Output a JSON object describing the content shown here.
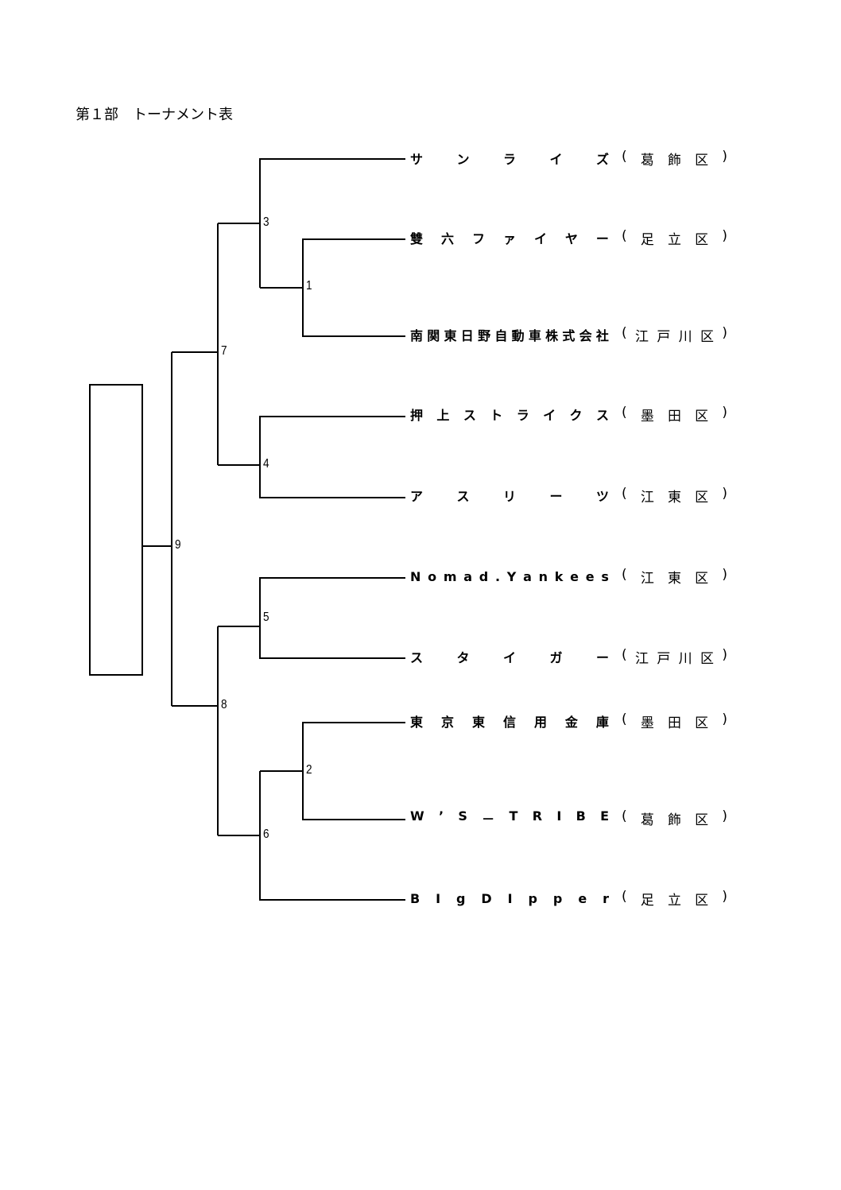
{
  "title": "第１部　トーナメント表",
  "teams": [
    {
      "name": "サンライズ",
      "district": "(葛飾区)"
    },
    {
      "name": "雙六ファイヤー",
      "district": "(足立区)"
    },
    {
      "name": "南関東日野自動車株式会社",
      "district": "(江戸川区)"
    },
    {
      "name": "押上ストライクス",
      "district": "(墨田区)"
    },
    {
      "name": "アスリーツ",
      "district": "(江東区)"
    },
    {
      "name": "Nomad.Yankees",
      "district": "(江東区)"
    },
    {
      "name": "スタイガー",
      "district": "(江戸川区)"
    },
    {
      "name": "東京東信用金庫",
      "district": "(墨田区)"
    },
    {
      "name": "W’S－TRIBE",
      "district": "(葛飾区)"
    },
    {
      "name": "BIgDIpper",
      "district": "(足立区)"
    }
  ],
  "matches": [
    "1",
    "2",
    "3",
    "4",
    "5",
    "6",
    "7",
    "8",
    "9"
  ]
}
